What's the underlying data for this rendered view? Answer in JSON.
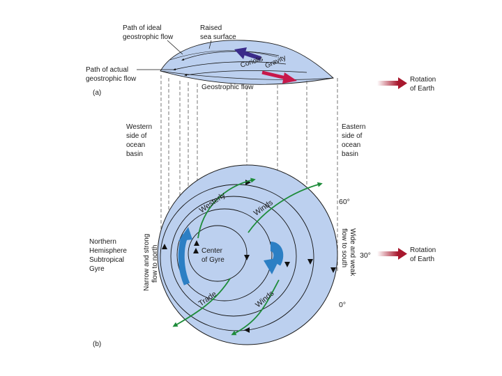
{
  "panel_a": {
    "label": "(a)",
    "path_ideal": [
      "Path of ideal",
      "geostrophic flow"
    ],
    "raised_sea": [
      "Raised",
      "sea surface"
    ],
    "path_actual": [
      "Path of actual",
      "geostrophic flow"
    ],
    "coriolis": "Coriolis",
    "gravity": "Gravity",
    "geostrophic_flow": "Geostrophic flow",
    "rotation": [
      "Rotation",
      "of Earth"
    ]
  },
  "side_labels": {
    "western": [
      "Western",
      "side of",
      "ocean",
      "basin"
    ],
    "eastern": [
      "Eastern",
      "side of",
      "ocean",
      "basin"
    ]
  },
  "panel_b": {
    "label": "(b)",
    "westerly": "Westerly",
    "winds_upper": "Winds",
    "trade": "Trade",
    "winds_lower": "Winds",
    "center": [
      "Center",
      "of Gyre"
    ],
    "gyre_label": [
      "Northern",
      "Hemisphere",
      "Subtropical",
      "Gyre"
    ],
    "narrow_flow": [
      "Narrow and strong",
      "flow to north"
    ],
    "wide_flow": [
      "Wide and weak",
      "flow to south"
    ],
    "lat_60": "60°",
    "lat_30": "30°",
    "lat_0": "0°",
    "rotation": [
      "Rotation",
      "of Earth"
    ]
  },
  "colors": {
    "ocean": "#bcd0ef",
    "wind_arrow": "#1e8c3a",
    "current_arrow": "#2c7fc4",
    "coriolis_arrow": "#3b2b8a",
    "gravity_arrow": "#c8184a",
    "rotation_arrow": "#a8182e"
  }
}
